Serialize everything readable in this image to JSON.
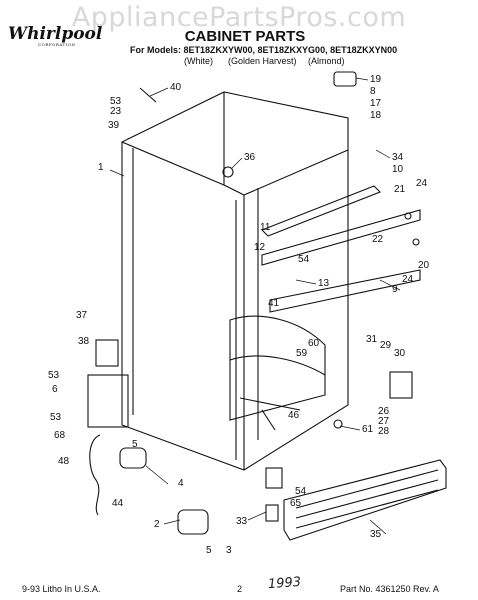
{
  "watermark": "AppliancePartsPros.com",
  "logo_text": "Whirlpool",
  "logo_sub": "CORPORATION",
  "title": "CABINET PARTS",
  "models_prefix": "For Models:",
  "models": "8ET18ZKXYW00, 8ET18ZKXYG00, 8ET18ZKXYN00",
  "colors": [
    "(White)",
    "(Golden Harvest)",
    "(Almond)"
  ],
  "footer_left": "9-93 Litho In U.S.A.",
  "footer_center": "2",
  "footer_right": "Part No. 4361250 Rev. A",
  "handwriting": "1993",
  "callouts": [
    {
      "id": "c40",
      "label": "40"
    },
    {
      "id": "c53a",
      "label": "53"
    },
    {
      "id": "c23",
      "label": "23"
    },
    {
      "id": "c39",
      "label": "39"
    },
    {
      "id": "c19",
      "label": "19"
    },
    {
      "id": "c8",
      "label": "8"
    },
    {
      "id": "c17",
      "label": "17"
    },
    {
      "id": "c18",
      "label": "18"
    },
    {
      "id": "c36",
      "label": "36"
    },
    {
      "id": "c34",
      "label": "34"
    },
    {
      "id": "c10",
      "label": "10"
    },
    {
      "id": "c1",
      "label": "1"
    },
    {
      "id": "c21",
      "label": "21"
    },
    {
      "id": "c24a",
      "label": "24"
    },
    {
      "id": "c22",
      "label": "22"
    },
    {
      "id": "c11",
      "label": "11"
    },
    {
      "id": "c12",
      "label": "12"
    },
    {
      "id": "c54a",
      "label": "54"
    },
    {
      "id": "c20",
      "label": "20"
    },
    {
      "id": "c24b",
      "label": "24"
    },
    {
      "id": "c13",
      "label": "13"
    },
    {
      "id": "c9",
      "label": "9"
    },
    {
      "id": "c41",
      "label": "41"
    },
    {
      "id": "c37",
      "label": "37"
    },
    {
      "id": "c38",
      "label": "38"
    },
    {
      "id": "c60",
      "label": "60"
    },
    {
      "id": "c59",
      "label": "59"
    },
    {
      "id": "c31",
      "label": "31"
    },
    {
      "id": "c29",
      "label": "29"
    },
    {
      "id": "c30",
      "label": "30"
    },
    {
      "id": "c53b",
      "label": "53"
    },
    {
      "id": "c6",
      "label": "6"
    },
    {
      "id": "c53c",
      "label": "53"
    },
    {
      "id": "c68",
      "label": "68"
    },
    {
      "id": "c46",
      "label": "46"
    },
    {
      "id": "c26",
      "label": "26"
    },
    {
      "id": "c27",
      "label": "27"
    },
    {
      "id": "c28",
      "label": "28"
    },
    {
      "id": "c61",
      "label": "61"
    },
    {
      "id": "c5a",
      "label": "5"
    },
    {
      "id": "c48",
      "label": "48"
    },
    {
      "id": "c4",
      "label": "4"
    },
    {
      "id": "c44",
      "label": "44"
    },
    {
      "id": "c54b",
      "label": "54"
    },
    {
      "id": "c65",
      "label": "65"
    },
    {
      "id": "c2",
      "label": "2"
    },
    {
      "id": "c33",
      "label": "33"
    },
    {
      "id": "c35",
      "label": "35"
    },
    {
      "id": "c5b",
      "label": "5"
    },
    {
      "id": "c3",
      "label": "3"
    }
  ]
}
